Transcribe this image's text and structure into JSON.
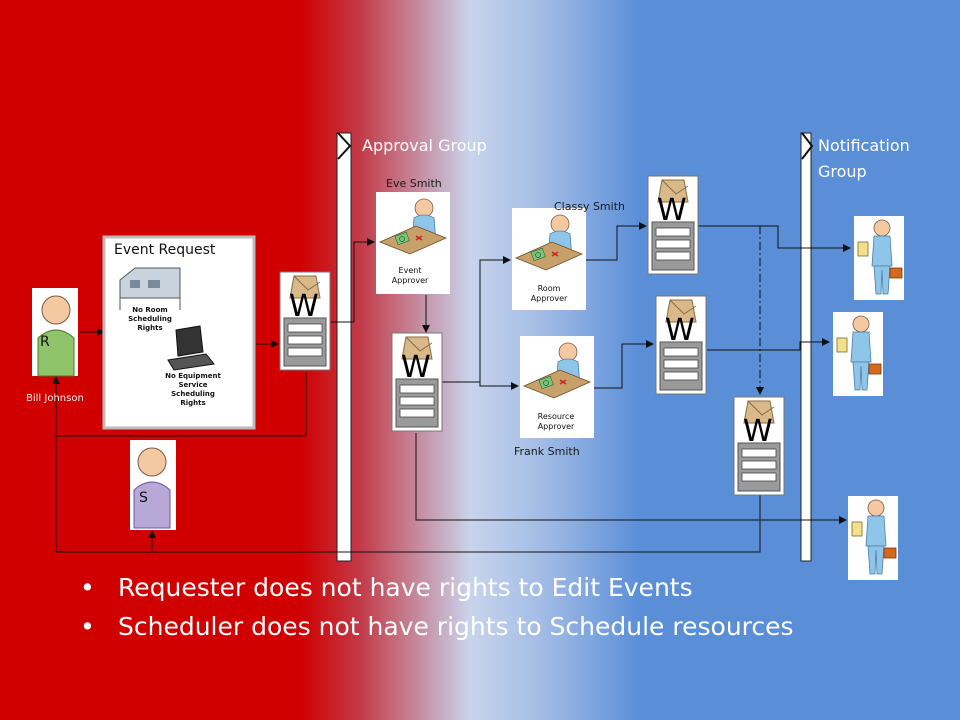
{
  "groups": {
    "approval": "Approval Group",
    "notification": "Notification Group"
  },
  "event_request": {
    "title": "Event Request",
    "no_room": "No Room Scheduling Rights",
    "no_equipment": "No Equipment Service Scheduling Rights"
  },
  "people": {
    "requester_letter": "R",
    "requester_name": "Bill Johnson",
    "scheduler_letter": "S",
    "eve": "Eve Smith",
    "classy": "Classy Smith",
    "frank": "Frank Smith"
  },
  "approvers": {
    "event": "Event Approver",
    "room": "Room Approver",
    "resource": "Resource Approver"
  },
  "workflow_letter": "W",
  "bullets": [
    "Requester does not have rights to Edit Events",
    "Scheduler does not have rights to Schedule resources"
  ],
  "colors": {
    "red": "#d00000",
    "blue": "#5a8fd8",
    "line": "#111111"
  }
}
